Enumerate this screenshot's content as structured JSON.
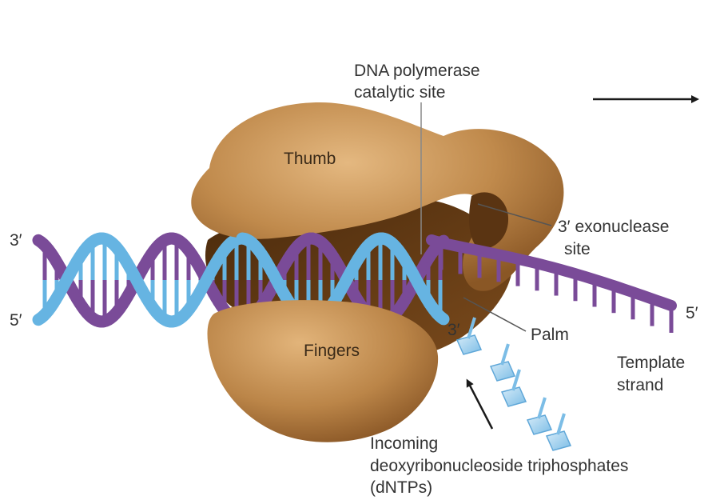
{
  "labels": {
    "dna_pol_site_line1": "DNA polymerase",
    "dna_pol_site_line2": "catalytic site",
    "thumb": "Thumb",
    "exo_site_line1": "3′ exonuclease",
    "exo_site_line2": "site",
    "palm": "Palm",
    "fingers": "Fingers",
    "left_top_end": "3′",
    "left_bottom_end": "5′",
    "primer_end": "3′",
    "template_end": "5′",
    "template_line1": "Template",
    "template_line2": "strand",
    "dntp_line1": "Incoming",
    "dntp_line2": "deoxyribonucleoside triphosphates",
    "dntp_line3": "(dNTPs)"
  },
  "colors": {
    "protein": "#c08a4c",
    "protein_dark": "#6e4216",
    "primer_strand": "#66b4e2",
    "template_strand": "#7a4b98",
    "arrow": "#1a1a1a"
  },
  "icons": {
    "direction_arrow": "arrow-right-icon",
    "dntp_arrow": "arrow-up-icon"
  }
}
